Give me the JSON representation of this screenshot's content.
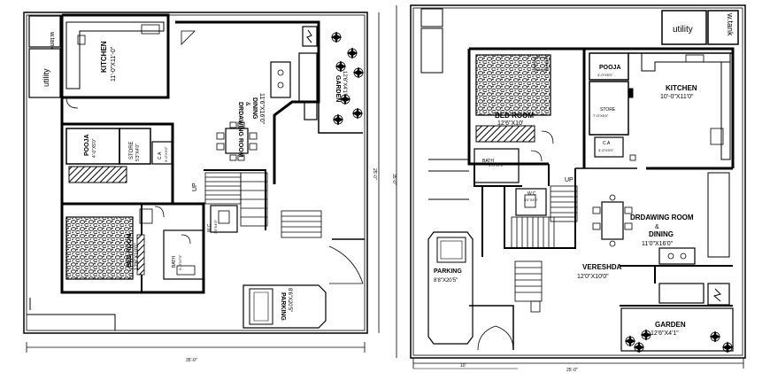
{
  "plans": [
    {
      "rooms": {
        "kitchen": "KITCHEN",
        "kitchen_size": "11'-0\"X11'-0\"",
        "utility": "utility",
        "w_tank": "w.tank",
        "drawing_room": "DRDAWING ROOM",
        "amp": "&",
        "dining": "DINING",
        "drawing_size": "11'6\"X16'0\"",
        "garden": "GARDEN",
        "garden_size": "12'6\"X4'1\"",
        "pooja": "POOJA",
        "pooja_size": "4'-0\"X5'0\"",
        "store": "STORE",
        "store_size": "5'3\"X4'0\"",
        "ca": "C.A",
        "ca_size": "3'-0\"X3'0\"",
        "bed_room": "BED ROOM",
        "bed_size": "12'6\"X10'0\"",
        "bath": "BATH",
        "bath_size": "5'-0\"X7'0\"",
        "wc": "W.C",
        "wc_size": "3'0\"X4'0\"",
        "parking": "PARKING",
        "parking_size": "8'6\"X20'5\"",
        "up": "UP",
        "side_dim": "25'-0\"",
        "bottom_dim": "35'-0\""
      }
    },
    {
      "rooms": {
        "utility": "utility",
        "w_tank": "w.tank",
        "bed_room": "BED ROOM",
        "bed_size": "12'6\"X10'",
        "pooja": "POOJA",
        "pooja_size": "4'-0\"X5'0\"",
        "store": "STORE",
        "store_size": "7'-0\"X5'0\"",
        "ca": "C.A",
        "ca_size": "3'-0\"X3'0\"",
        "kitchen": "KITCHEN",
        "kitchen_size": "10'-0\"X11'0\"",
        "bath": "BATH",
        "bath_size": "5'-0\"X7'0\"",
        "wc": "W.C",
        "wc_size": "3'0\"X4'0\"",
        "up": "UP",
        "drawing_room": "DRDAWING ROOM",
        "amp": "&",
        "dining": "DINING",
        "drawing_size": "11'0\"X16'0\"",
        "parking": "PARKING",
        "parking_size": "8'8\"X20'5\"",
        "vershda": "VERESHDA",
        "vershda_size": "12'0\"X10'0\"",
        "garden": "GARDEN",
        "garden_size": "12'6\"X4'1\"",
        "side_dim": "35'-0\"",
        "bottom_dim": "25'-0\"",
        "bottom_dim2": "10'"
      }
    }
  ],
  "colors": {
    "ink": "#000000",
    "paper": "#ffffff"
  }
}
